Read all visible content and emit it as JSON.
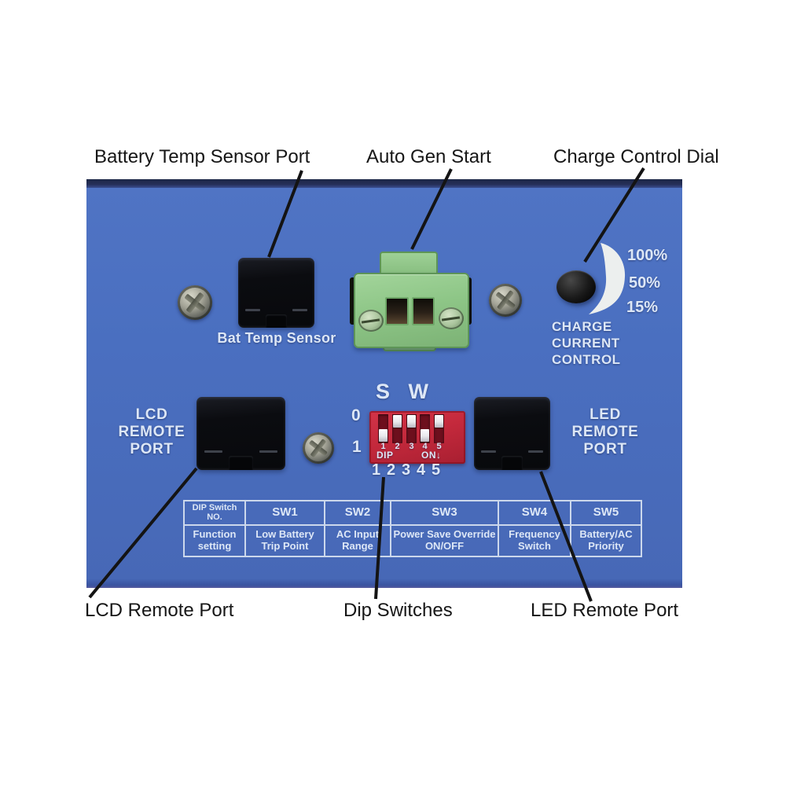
{
  "colors": {
    "panel-blue": "#4a6fc0",
    "panel-top-navy": "#252f58",
    "panel-bottom": "#3a53a0",
    "panel-text": "#dde7f6",
    "dip-red": "#c4293c",
    "dip-slot-red": "#6d0f1d",
    "switch-white": "#e9e9ec",
    "terminal-green": "#8ec687",
    "terminal-green-dark": "#5e9557",
    "jack-black": "#0b0d11",
    "annotation-black": "#141414",
    "label-text": "#161616",
    "crescent-white": "#f3f5ef",
    "table-border": "#ccd8ec"
  },
  "callouts": {
    "top": [
      "Battery Temp Sensor Port",
      "Auto Gen Start",
      "Charge Control Dial"
    ],
    "bottom": [
      "LCD Remote Port",
      "Dip Switches",
      "LED Remote Port"
    ]
  },
  "panel": {
    "bat_temp_caption": "Bat Temp Sensor",
    "auto_gen_caption": "Auto Gen Start",
    "charge_dial": {
      "percent_labels": [
        "100%",
        "50%",
        "15%"
      ],
      "caption_lines": [
        "CHARGE",
        "CURRENT",
        "CONTROL"
      ]
    },
    "lcd_port": {
      "lines": [
        "LCD",
        "REMOTE",
        "PORT"
      ]
    },
    "led_port": {
      "lines": [
        "LED",
        "REMOTE",
        "PORT"
      ]
    },
    "dip": {
      "title": "S W",
      "pos_top": "0",
      "pos_bottom": "1",
      "strip_numbers": [
        "1",
        "2",
        "3",
        "4",
        "5"
      ],
      "dip_label": "DIP",
      "on_label": "ON↓",
      "below_numbers": [
        "1",
        "2",
        "3",
        "4",
        "5"
      ],
      "switch_states": [
        "down",
        "up",
        "up",
        "down",
        "up"
      ]
    },
    "table": {
      "header": [
        "DIP Switch NO.",
        "SW1",
        "SW2",
        "SW3",
        "SW4",
        "SW5"
      ],
      "row": [
        "Function setting",
        "Low Battery Trip Point",
        "AC Input Range",
        "Power Save Override ON/OFF",
        "Frequency Switch",
        "Battery/AC Priority"
      ]
    }
  }
}
